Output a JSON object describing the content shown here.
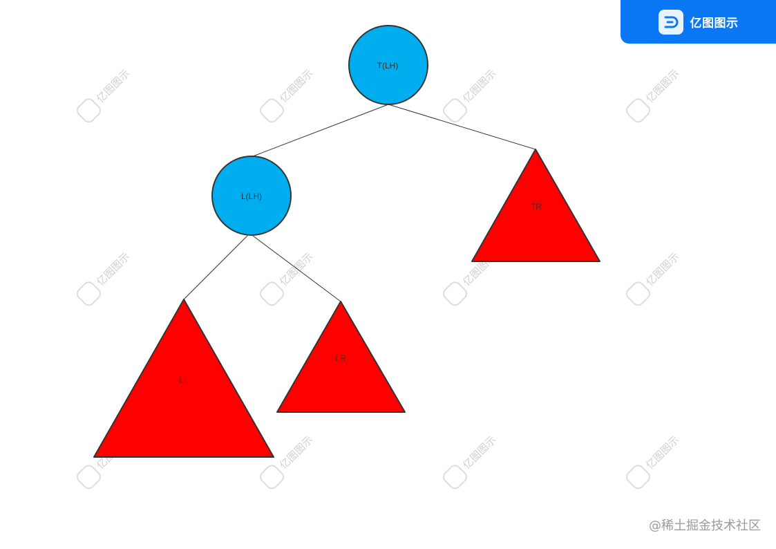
{
  "brand": {
    "name": "亿图图示",
    "color": "#0a78f5"
  },
  "watermark": {
    "text": "亿图图示"
  },
  "credit": {
    "text": "@稀土掘金技术社区"
  },
  "diagram": {
    "nodes": [
      {
        "id": "T",
        "label": "T(LH)",
        "shape": "circle",
        "color": "#00aeef"
      },
      {
        "id": "L",
        "label": "L(LH)",
        "shape": "circle",
        "color": "#00aeef"
      },
      {
        "id": "TR",
        "label": "TR",
        "shape": "triangle",
        "color": "#ff0000"
      },
      {
        "id": "LL",
        "label": "LL",
        "shape": "triangle",
        "color": "#ff0000"
      },
      {
        "id": "LR",
        "label": "LR",
        "shape": "triangle",
        "color": "#ff0000"
      }
    ],
    "edges": [
      {
        "from": "T",
        "to": "L"
      },
      {
        "from": "T",
        "to": "TR"
      },
      {
        "from": "L",
        "to": "LL"
      },
      {
        "from": "L",
        "to": "LR"
      }
    ]
  }
}
